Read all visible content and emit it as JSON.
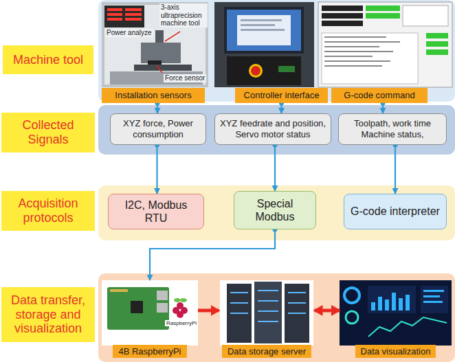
{
  "diagram": {
    "nodes": [
      {
        "text": [
          "Machine tool"
        ]
      },
      {
        "text": [
          "Installation sensors"
        ]
      },
      {
        "text": [
          "Controller interface"
        ]
      },
      {
        "text": [
          "G-code command"
        ]
      },
      {
        "text": [
          "Collected Signals"
        ]
      },
      {
        "text": [
          "XYZ force, Power consumption"
        ]
      },
      {
        "text": [
          "XYZ feedrate and position, Servo motor status"
        ]
      },
      {
        "text": [
          "Toolpath, work time Machine status,"
        ]
      },
      {
        "text": [
          "Acquisition protocols"
        ]
      },
      {
        "text": [
          "I2C, Modbus RTU"
        ]
      },
      {
        "text": [
          "Special Modbus"
        ]
      },
      {
        "text": [
          "G-code interpreter"
        ]
      },
      {
        "text": [
          "Data transfer, storage and visualization"
        ]
      },
      {
        "text": [
          "4B RaspberryPi"
        ]
      },
      {
        "text": [
          "Data storage server"
        ]
      },
      {
        "text": [
          "Data visualization"
        ]
      }
    ],
    "edges": [
      {
        "from": 1,
        "to": 5,
        "arrow": "to"
      },
      {
        "from": 2,
        "to": 6,
        "arrow": "to"
      },
      {
        "from": 3,
        "to": 7,
        "arrow": "to"
      },
      {
        "from": 5,
        "to": 9,
        "arrow": "to"
      },
      {
        "from": 6,
        "to": 10,
        "arrow": "to"
      },
      {
        "from": 7,
        "to": 11,
        "arrow": "to"
      },
      {
        "from": 10,
        "to": 13,
        "arrow": "to"
      },
      {
        "from": 13,
        "to": 14,
        "arrow": "to"
      },
      {
        "from": 14,
        "to": 15,
        "arrow": "both"
      }
    ],
    "labels": [
      "Power analyze",
      "3-axis ultraprecision machine tool",
      "Force sensor",
      "RaspberryPi"
    ]
  }
}
